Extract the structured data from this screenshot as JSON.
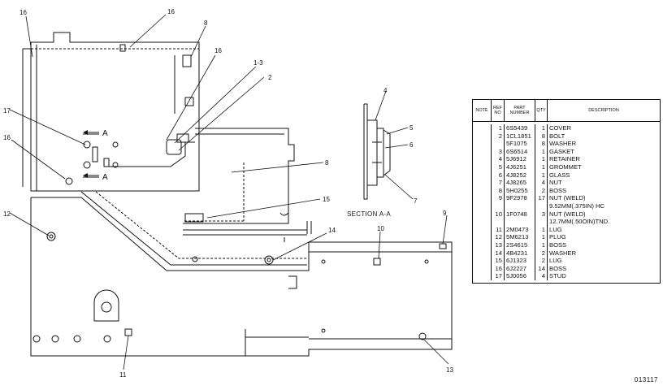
{
  "callouts": {
    "c16a": "16",
    "c16b": "16",
    "c16c": "16",
    "c8": "8",
    "c13a": "1-3",
    "c2": "2",
    "c17": "17",
    "c12": "12",
    "c15": "15",
    "c11": "11",
    "c14": "14",
    "c10": "10",
    "c9": "9",
    "c13": "13",
    "c8b": "8",
    "c4": "4",
    "c5": "5",
    "c6": "6",
    "c7": "7"
  },
  "view_markers": {
    "a_top": "A",
    "a_bottom": "A"
  },
  "section_label": "SECTION A-A",
  "drawing_code": "013117",
  "parts_table": {
    "headers": {
      "note": "NOTE",
      "ref": "REF NO",
      "part": "PART NUMBER",
      "qty": "QTY",
      "desc": "DESCRIPTION"
    },
    "rows": [
      {
        "ref": "1",
        "part": "6S5439",
        "qty": "1",
        "desc": "COVER"
      },
      {
        "ref": "2",
        "part": "1CL1851",
        "qty": "8",
        "desc": "BOLT"
      },
      {
        "ref": "",
        "part": "5F1075",
        "qty": "8",
        "desc": "WASHER"
      },
      {
        "ref": "3",
        "part": "6S6514",
        "qty": "1",
        "desc": "GASKET"
      },
      {
        "ref": "4",
        "part": "5J6912",
        "qty": "1",
        "desc": "RETAINER"
      },
      {
        "ref": "5",
        "part": "4J6251",
        "qty": "1",
        "desc": "GROMMET"
      },
      {
        "ref": "6",
        "part": "4J8252",
        "qty": "1",
        "desc": "GLASS"
      },
      {
        "ref": "7",
        "part": "4J8265",
        "qty": "4",
        "desc": "NUT"
      },
      {
        "ref": "8",
        "part": "5H0255",
        "qty": "2",
        "desc": "BOSS"
      },
      {
        "ref": "9",
        "part": "9F2978",
        "qty": "17",
        "desc": "NUT (WELD)"
      },
      {
        "ref": "",
        "part": "",
        "qty": "",
        "desc": "9.52MM(.375IN) HC"
      },
      {
        "ref": "10",
        "part": "1F0748",
        "qty": "3",
        "desc": "NUT (WELD)"
      },
      {
        "ref": "",
        "part": "",
        "qty": "",
        "desc": "12.7MM(.50OIN)TND."
      },
      {
        "ref": "11",
        "part": "2M0473",
        "qty": "1",
        "desc": "LUG"
      },
      {
        "ref": "12",
        "part": "5M6213",
        "qty": "1",
        "desc": "PLUG"
      },
      {
        "ref": "13",
        "part": "2S4615",
        "qty": "1",
        "desc": "BOSS"
      },
      {
        "ref": "14",
        "part": "4B4231",
        "qty": "2",
        "desc": "WASHER"
      },
      {
        "ref": "15",
        "part": "6J1323",
        "qty": "2",
        "desc": "LUG"
      },
      {
        "ref": "16",
        "part": "6J2227",
        "qty": "14",
        "desc": "BOSS"
      },
      {
        "ref": "17",
        "part": "5J0056",
        "qty": "4",
        "desc": "STUD"
      }
    ]
  }
}
